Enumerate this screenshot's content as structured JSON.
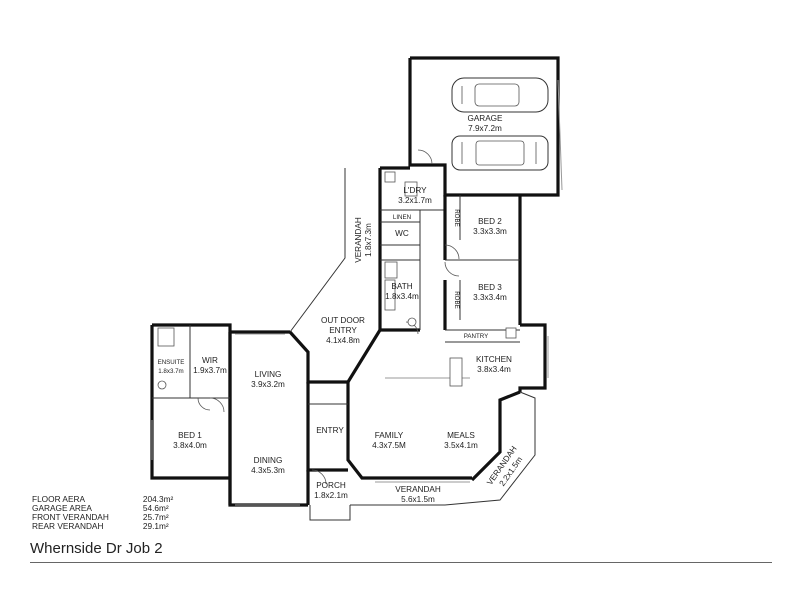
{
  "title": "Whernside Dr Job 2",
  "rooms": [
    {
      "id": "garage",
      "name": "GARAGE",
      "dims": "7.9x7.2m"
    },
    {
      "id": "laundry",
      "name": "L'DRY",
      "dims": "3.2x1.7m"
    },
    {
      "id": "linen",
      "name": "LINEN",
      "dims": ""
    },
    {
      "id": "wc",
      "name": "WC",
      "dims": ""
    },
    {
      "id": "bath",
      "name": "BATH",
      "dims": "1.8x3.4m"
    },
    {
      "id": "robe1",
      "name": "ROBE",
      "dims": ""
    },
    {
      "id": "robe2",
      "name": "ROBE",
      "dims": ""
    },
    {
      "id": "bed2",
      "name": "BED 2",
      "dims": "3.3x3.3m"
    },
    {
      "id": "bed3",
      "name": "BED 3",
      "dims": "3.3x3.4m"
    },
    {
      "id": "pantry",
      "name": "PANTRY",
      "dims": ""
    },
    {
      "id": "kitchen",
      "name": "KITCHEN",
      "dims": "3.8x3.4m"
    },
    {
      "id": "rear-verandah",
      "name": "VERANDAH",
      "dims": "1.8x7.3m"
    },
    {
      "id": "outdoor-entry",
      "name": "OUT DOOR",
      "name2": "ENTRY",
      "dims": "4.1x4.8m"
    },
    {
      "id": "ensuite",
      "name": "ENSUITE",
      "dims": "1.8x3.7m"
    },
    {
      "id": "wir",
      "name": "WIR",
      "dims": "1.9x3.7m"
    },
    {
      "id": "living",
      "name": "LIVING",
      "dims": "3.9x3.2m"
    },
    {
      "id": "bed1",
      "name": "BED 1",
      "dims": "3.8x4.0m"
    },
    {
      "id": "dining",
      "name": "DINING",
      "dims": "4.3x5.3m"
    },
    {
      "id": "entry",
      "name": "ENTRY",
      "dims": ""
    },
    {
      "id": "family",
      "name": "FAMILY",
      "dims": "4.3x7.5M"
    },
    {
      "id": "meals",
      "name": "MEALS",
      "dims": "3.5x4.1m"
    },
    {
      "id": "side-verandah",
      "name": "VERANDAH",
      "dims": "2.2x1.5m"
    },
    {
      "id": "porch",
      "name": "PORCH",
      "dims": "1.8x2.1m"
    },
    {
      "id": "front-verandah",
      "name": "VERANDAH",
      "dims": "5.6x1.5m"
    }
  ],
  "areas": [
    {
      "label": "FLOOR AERA",
      "value": "204.3m²"
    },
    {
      "label": "GARAGE AREA",
      "value": "54.6m²"
    },
    {
      "label": "FRONT VERANDAH",
      "value": "25.7m²"
    },
    {
      "label": "REAR VERANDAH",
      "value": "29.1m²"
    }
  ]
}
